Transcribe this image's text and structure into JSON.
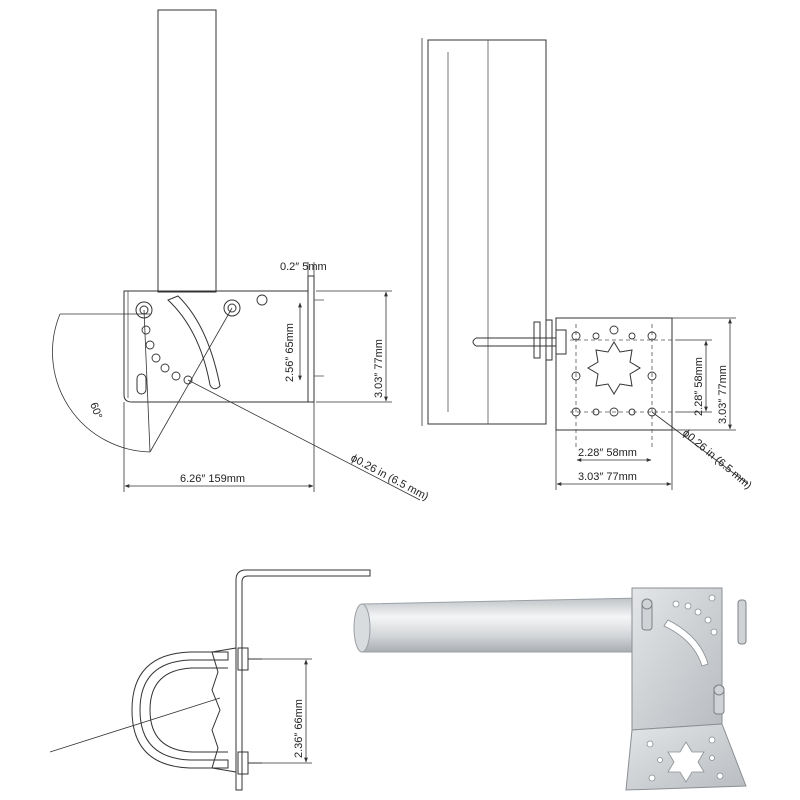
{
  "side_view": {
    "thickness_label": "0.2″  5mm",
    "slot_height_label": "2.56″  65mm",
    "plate_height_label": "3.03″  77mm",
    "angle_label": "60°",
    "width_label": "6.26″  159mm",
    "hole_label": "ϕ0.26 in (6.5 mm)"
  },
  "front_view": {
    "hole_spacing_v_label": "2.28″  58mm",
    "plate_height_label": "3.03″  77mm",
    "hole_spacing_h_label": "2.28″  58mm",
    "plate_width_label": "3.03″  77mm",
    "hole_label": "ϕ0.26 in (6.5 mm)"
  },
  "clamp_view": {
    "height_label": "2.36″  66mm"
  }
}
